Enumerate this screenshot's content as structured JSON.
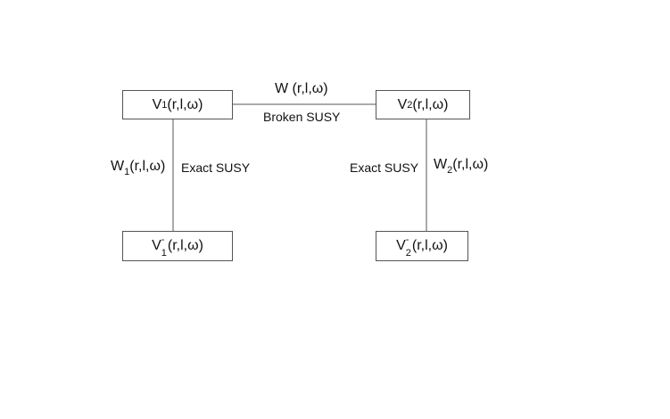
{
  "nodes": {
    "v1": {
      "symbol": "V",
      "subscript": "1",
      "args": "(r,l,ω)"
    },
    "v2": {
      "symbol": "V",
      "subscript": "2",
      "args": "(r,l,ω)"
    },
    "v1_minus": {
      "symbol": "V",
      "superscript": "-",
      "subscript": "1",
      "args": "(r,l,ω)"
    },
    "v2_minus": {
      "symbol": "V",
      "superscript": "-",
      "subscript": "2",
      "args": "(r,l,ω)"
    }
  },
  "edges": {
    "top": {
      "potential": "W (r,l,ω)",
      "relation": "Broken SUSY"
    },
    "left": {
      "potential_symbol": "W",
      "potential_subscript": "1",
      "potential_args": "(r,l,ω)",
      "relation": "Exact SUSY"
    },
    "right": {
      "potential_symbol": "W",
      "potential_subscript": "2",
      "potential_args": "(r,l,ω)",
      "relation": "Exact SUSY"
    }
  }
}
